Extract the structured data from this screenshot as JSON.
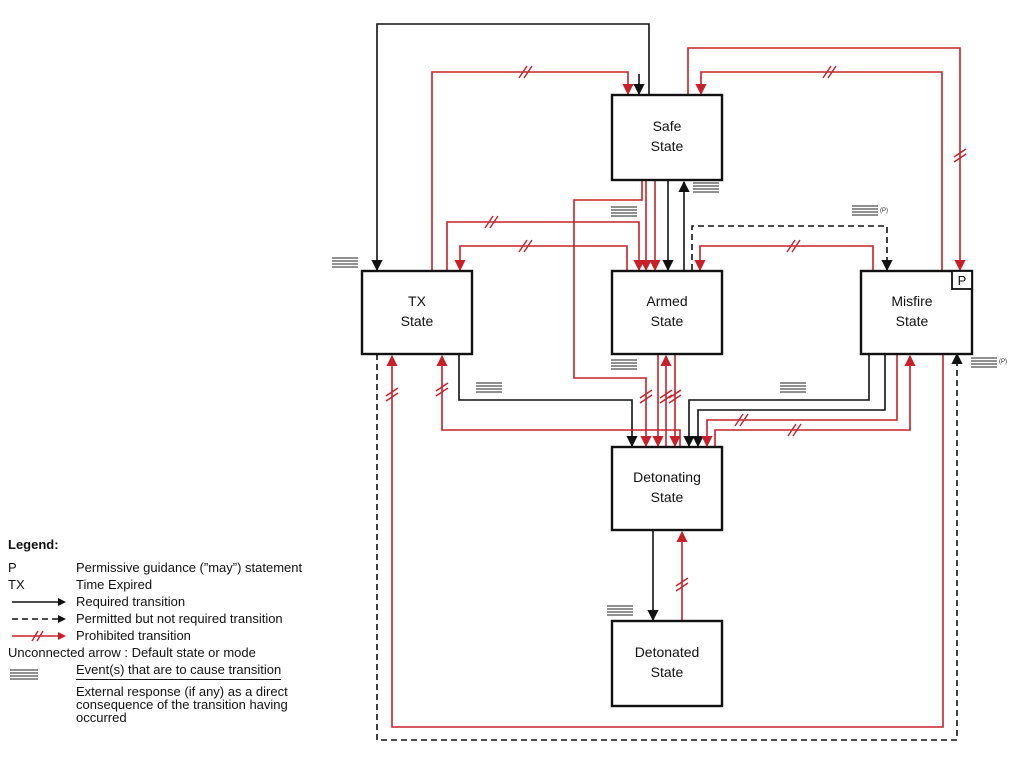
{
  "states": {
    "safe": [
      "Safe",
      "State"
    ],
    "tx": [
      "TX",
      "State"
    ],
    "armed": [
      "Armed",
      "State"
    ],
    "misfire": [
      "Misfire",
      "State"
    ],
    "detonating": [
      "Detonating",
      "State"
    ],
    "detonated": [
      "Detonated",
      "State"
    ]
  },
  "misfire_badge": "P",
  "event_permissive_marker": "(P)",
  "colors": {
    "required": "#111111",
    "prohibited": "#c8202a"
  },
  "legend": {
    "title": "Legend:",
    "p_key": "P",
    "p_desc": "Permissive guidance (”may”) statement",
    "tx_key": "TX",
    "tx_desc": "Time Expired",
    "required": "Required transition",
    "permitted": "Permitted but not required transition",
    "prohibited": "Prohibited transition",
    "unconnected": "Unconnected arrow : Default state or mode",
    "event": "Event(s) that are to cause transition",
    "response": "External response (if any) as a direct consequence of the transition having occurred"
  }
}
